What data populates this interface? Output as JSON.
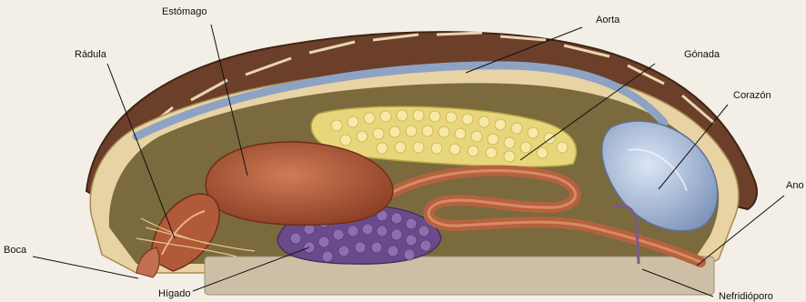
{
  "diagram": {
    "labels": {
      "estomago": "Estómago",
      "aorta": "Aorta",
      "radula": "Rádula",
      "gonada": "Gónada",
      "corazon": "Corazón",
      "ano": "Ano",
      "boca": "Boca",
      "higado": "Hígado",
      "nefridioporo": "Nefridióporo"
    },
    "colors": {
      "background": "#f3efe6",
      "shell": "#6b3f2a",
      "mantle": "#e7d3a3",
      "body_cavity": "#7a6a3e",
      "foot": "#cdbfa6",
      "aorta": "#8ea3c4",
      "stomach": "#b05a3a",
      "gonad": "#e8d77a",
      "liver": "#6a4a8a",
      "heart": "#9fb3d4",
      "intestine": "#b5623f"
    }
  }
}
